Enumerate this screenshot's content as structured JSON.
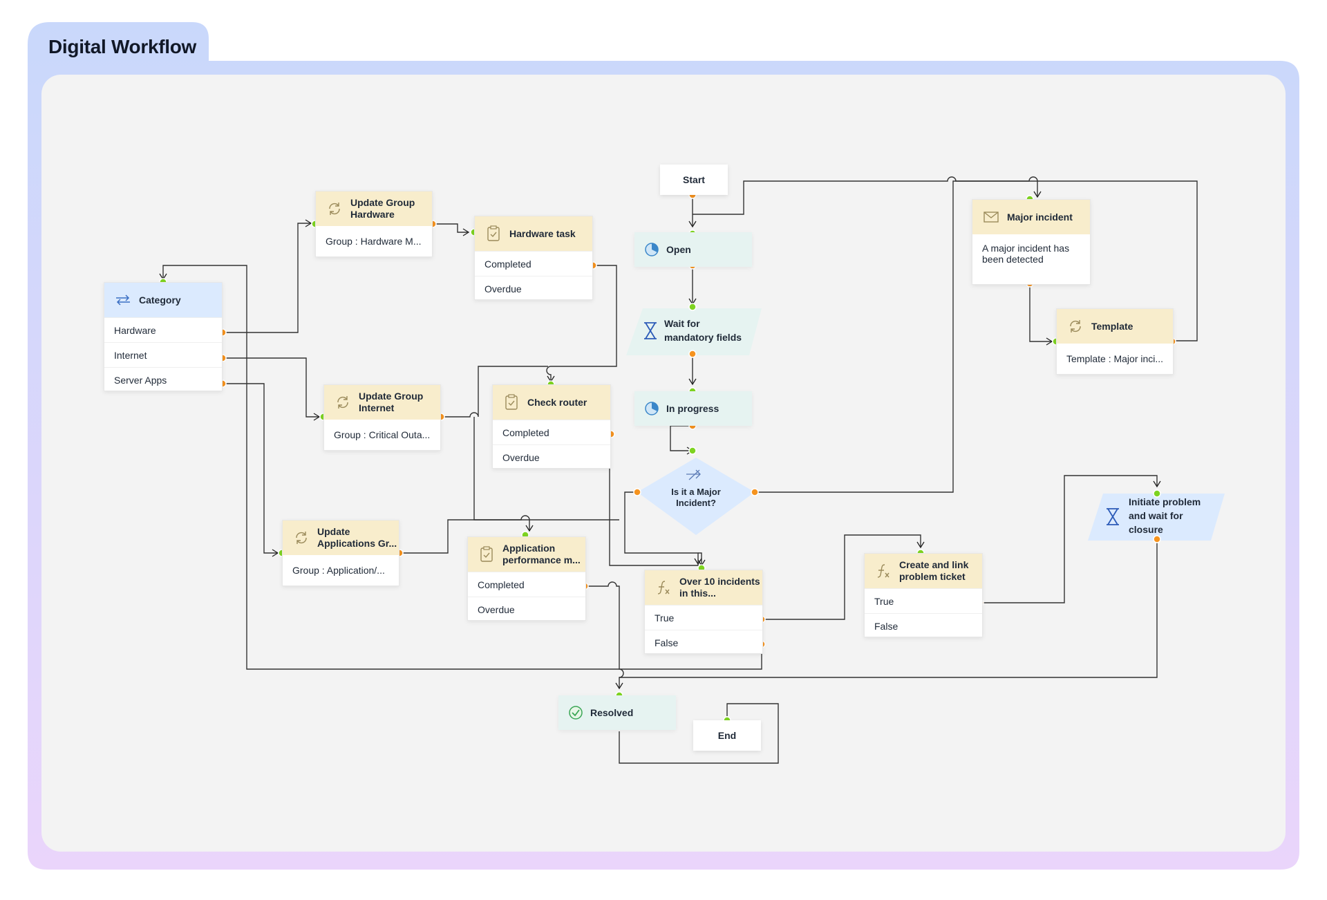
{
  "title": "Digital Workflow",
  "nodes": {
    "start": "Start",
    "open": "Open",
    "wait_fields": "Wait for mandatory fields",
    "in_progress": "In progress",
    "decision": "Is it a Major Incident?",
    "resolved": "Resolved",
    "end": "End",
    "category": {
      "title": "Category",
      "rows": [
        "Hardware",
        "Internet",
        "Server Apps"
      ]
    },
    "ug_hardware": {
      "title": "Update Group Hardware",
      "body": "Group : Hardware M..."
    },
    "hardware_task": {
      "title": "Hardware task",
      "rows": [
        "Completed",
        "Overdue"
      ]
    },
    "ug_internet": {
      "title": "Update Group Internet",
      "body": "Group : Critical Outa..."
    },
    "check_router": {
      "title": "Check router",
      "rows": [
        "Completed",
        "Overdue"
      ]
    },
    "ug_apps": {
      "title": "Update Applications Gr...",
      "body": "Group : Application/..."
    },
    "app_perf": {
      "title": "Application performance m...",
      "rows": [
        "Completed",
        "Overdue"
      ]
    },
    "over10": {
      "title": "Over 10 incidents in this...",
      "rows": [
        "True",
        "False"
      ]
    },
    "create_link": {
      "title": "Create and link problem ticket",
      "rows": [
        "True",
        "False"
      ]
    },
    "major_incident": {
      "title": "Major incident",
      "body": "A major incident has been detected"
    },
    "template": {
      "title": "Template",
      "body": "Template : Major inci..."
    },
    "initiate": "Initiate problem and wait for closure"
  },
  "colors": {
    "frame_top": "#c9d8fb",
    "frame_bottom": "#ead5fb",
    "canvas": "#f3f3f3",
    "input_port": "#7ed321",
    "output_port": "#f5931f",
    "task_header": "#f8edcc",
    "state_fill": "#e6f3f1",
    "decision_fill": "#dbeafe"
  }
}
